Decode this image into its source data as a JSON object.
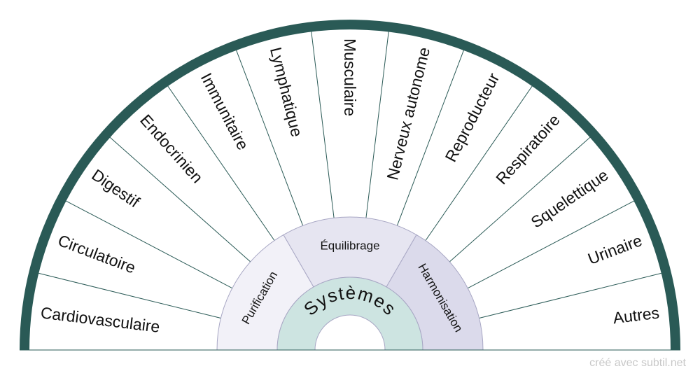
{
  "wheel": {
    "center_label": "Systèmes",
    "inner_segments": [
      "Purification",
      "Équilibrage",
      "Harmonisation"
    ],
    "outer_segments": [
      "Cardiovasculaire",
      "Circulatoire",
      "Digestif",
      "Endocrinien",
      "Immunitaire",
      "Lymphatique",
      "Musculaire",
      "Nerveux autonome",
      "Reproducteur",
      "Respiratoire",
      "Squelettique",
      "Urinaire",
      "Autres"
    ]
  },
  "credit": "créé avec subtil.net",
  "colors": {
    "rim": "#2a5a56",
    "divider": "#2a5a56",
    "center_fill": "#cde4e1",
    "purification_fill": "#f2f1f8",
    "equilibrage_fill": "#e6e5f1",
    "harmonisation_fill": "#dbdaeb",
    "outer_fill": "#ffffff",
    "inner_stroke": "#a8a7c4"
  }
}
